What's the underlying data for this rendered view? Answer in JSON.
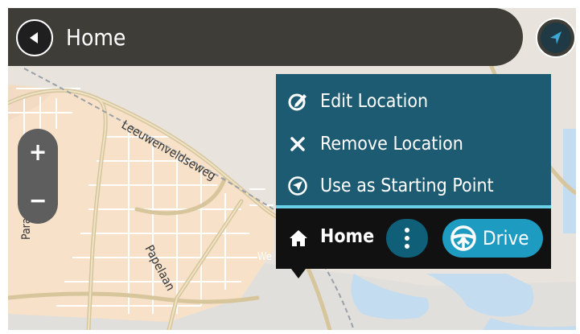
{
  "header": {
    "title": "Home"
  },
  "map": {
    "street_labels": [
      "Leeuwenveldseweg",
      "Papelaan",
      "Parapuslaan",
      "We"
    ],
    "zoom_in_label": "+",
    "zoom_out_label": "−"
  },
  "popup": {
    "items": [
      {
        "label": "Edit Location",
        "icon": "edit-location-icon"
      },
      {
        "label": "Remove Location",
        "icon": "close-icon"
      },
      {
        "label": "Use as Starting Point",
        "icon": "navigation-arrow-icon"
      }
    ],
    "location_name": "Home",
    "drive_label": "Drive"
  },
  "colors": {
    "header_bg": "#3f3d38",
    "popup_bg": "#1d5b73",
    "separator": "#6ad0e8",
    "drive_button": "#1e9bc1",
    "more_button": "#0f5f79",
    "map_land": "#e8e3dd",
    "map_urban": "#f7e1c8",
    "map_water": "#c4dcef",
    "road": "#d7c59c"
  }
}
